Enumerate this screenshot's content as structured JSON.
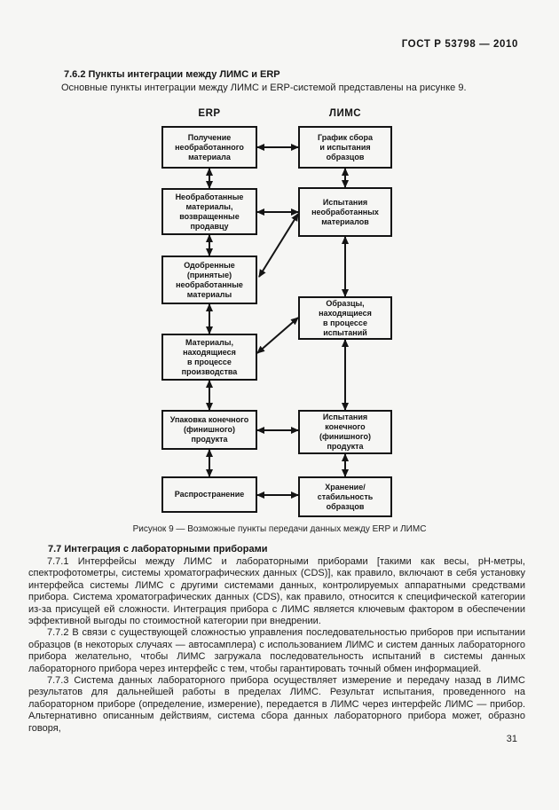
{
  "page": {
    "header": "ГОСТ Р 53798 — 2010",
    "number": "31",
    "background_color": "#f6f6f4",
    "ink_color": "#1b1b1b"
  },
  "section_7_6_2": {
    "heading": "7.6.2 Пункты интеграции между ЛИМС и ERP",
    "intro": "Основные пункты интеграции между ЛИМС и ERP-системой представлены на рисунке 9."
  },
  "figure9": {
    "caption": "Рисунок 9 — Возможные пункты передачи данных между ERP и ЛИМС",
    "columns": {
      "erp": "ERP",
      "lims": "ЛИМС"
    },
    "erp_boxes": [
      "Получение\nнеобработанного\nматериала",
      "Необработанные\nматериалы,\nвозвращенные\nпродавцу",
      "Одобренные\n(принятые)\nнеобработанные\nматериалы",
      "Материалы,\nнаходящиеся\nв процессе\nпроизводства",
      "Упаковка конечного\n(финишного)\nпродукта",
      "Распространение"
    ],
    "lims_boxes": [
      "График сбора\nи испытания\nобразцов",
      "Испытания\nнеобработанных\nматериалов",
      "Образцы,\nнаходящиеся\nв процессе испытаний",
      "Испытания\nконечного\n(финишного)\nпродукта",
      "Хранение/\nстабильность\nобразцов"
    ]
  },
  "section_7_7": {
    "heading": "7.7 Интеграция с лабораторными приборами",
    "p_7_7_1": "7.7.1 Интерфейсы между ЛИМС и лабораторными приборами [такими как весы, pH-метры, спектрофотометры, системы хроматографических данных (CDS)], как правило, включают в себя установку интерфейса системы ЛИМС с другими системами данных, контролируемых аппаратными средствами прибора. Система хроматографических данных (CDS), как правило, относится к специфической категории из-за присущей ей сложности. Интеграция прибора с ЛИМС является ключевым фактором в обеспечении эффективной выгоды по стоимостной категории при внедрении.",
    "p_7_7_2": "7.7.2 В связи с существующей сложностью управления последовательностью приборов при испытании образцов (в некоторых случаях — автосамплера) с использованием ЛИМС и систем данных лабораторного прибора желательно, чтобы ЛИМС загружала последовательность испытаний в системы данных лабораторного прибора через интерфейс с тем, чтобы гарантировать точный обмен информацией.",
    "p_7_7_3": "7.7.3 Система данных лабораторного прибора осуществляет измерение и передачу назад в ЛИМС результатов для дальнейшей работы в пределах ЛИМС. Результат испытания, проведенного на лабораторном приборе (определение, измерение), передается в ЛИМС через интерфейс ЛИМС — прибор. Альтернативно описанным действиям, система сбора данных лабораторного прибора может, образно говоря,"
  }
}
